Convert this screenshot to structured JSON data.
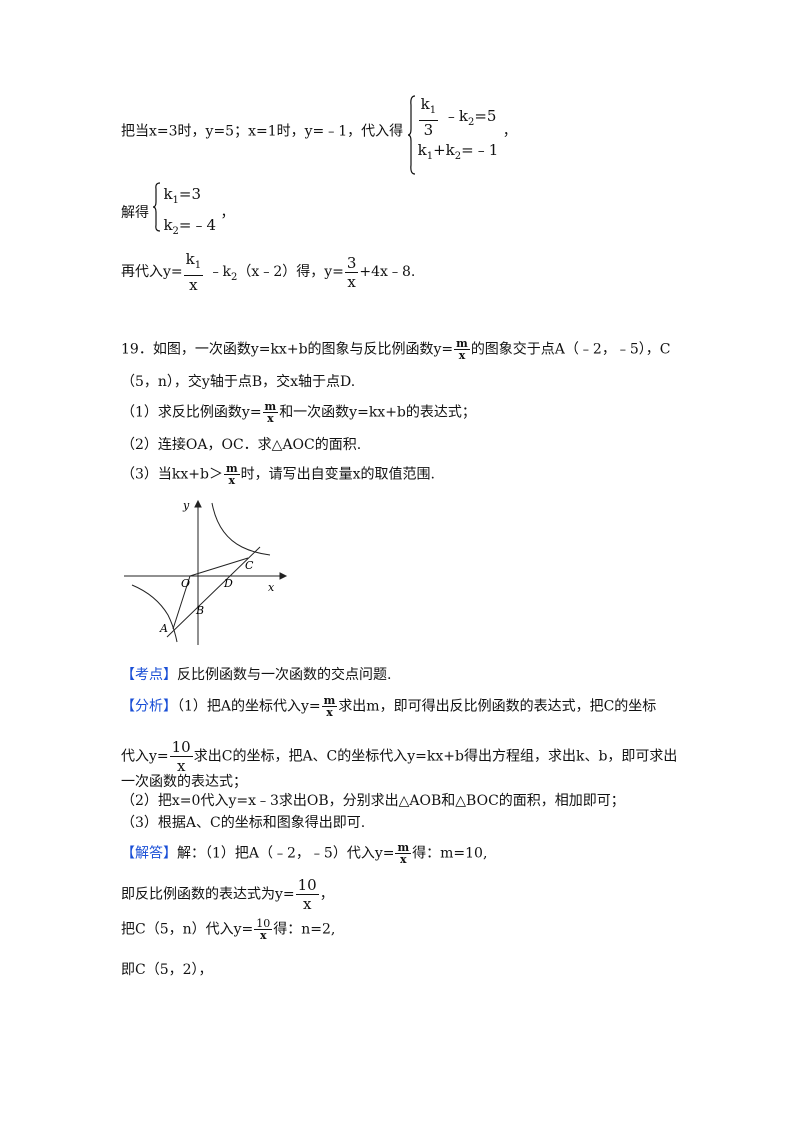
{
  "prev": {
    "l1_text": "把当x=3时，y=5；x=1时，y=﹣1，代入得",
    "l1_sys_a_num": "k",
    "l1_sys_a_den": "3",
    "l1_sys_a_rest": "﹣k",
    "l1_sys_a_eq": "=5",
    "l1_sys_b": "k",
    "l1_sys_b_rest": "+k",
    "l1_sys_b_eq": "=﹣1",
    "l1_end": "，",
    "l2_text": "解得",
    "l2_sys_a": "k",
    "l2_sys_a_eq": "=3",
    "l2_sys_b": "k",
    "l2_sys_b_eq": "=﹣4",
    "l2_end": "，",
    "l3_a": "再代入y=",
    "l3_frac_num": "k",
    "l3_frac_den": "x",
    "l3_b": "﹣k",
    "l3_c": "（x﹣2）得，y=",
    "l3_frac2_num": "3",
    "l3_frac2_den": "x",
    "l3_d": "+4x﹣8."
  },
  "subs": {
    "one": "1",
    "two": "2"
  },
  "q19": {
    "l1_a": "19．如图，一次函数y=kx+b的图象与反比例函数y=",
    "frac_m": "m",
    "frac_x": "x",
    "l1_b": "的图象交于点A（﹣2，﹣5），C",
    "l2": "（5，n），交y轴于点B，交x轴于点D.",
    "l3_a": "（1）求反比例函数y=",
    "l3_b": "和一次函数y=kx+b的表达式；",
    "l4": "（2）连接OA，OC．求△AOC的面积.",
    "l5_a": "（3）当kx+b＞",
    "l5_b": "时，请写出自变量x的取值范围."
  },
  "graph": {
    "labels": {
      "y": "y",
      "x": "x",
      "O": "O",
      "D": "D",
      "C": "C",
      "B": "B",
      "A": "A"
    }
  },
  "answer": {
    "kaodian_tag": "【考点】",
    "kaodian": "反比例函数与一次函数的交点问题.",
    "fenxi_tag": "【分析】",
    "fx1_a": "（1）把A的坐标代入y=",
    "fx1_b": "求出m，即可得出反比例函数的表达式，把C的坐标",
    "fx2_a": "代入y=",
    "frac10": "10",
    "fx2_b": "求出C的坐标，把A、C的坐标代入y=kx+b得出方程组，求出k、b，即可求出",
    "fx3": "一次函数的表达式；",
    "fx4": "（2）把x=0代入y=x﹣3求出OB，分别求出△AOB和△BOC的面积，相加即可；",
    "fx5": "（3）根据A、C的坐标和图象得出即可.",
    "jieda_tag": "【解答】",
    "jd1_a": "解：（1）把A（﹣2，﹣5）代入y=",
    "jd1_b": "得：m=10,",
    "jd2_a": "即反比例函数的表达式为y=",
    "jd2_b": "，",
    "jd3_a": "把C（5，n）代入y=",
    "jd3_b": "得：n=2,",
    "jd4": "即C（5，2），"
  }
}
